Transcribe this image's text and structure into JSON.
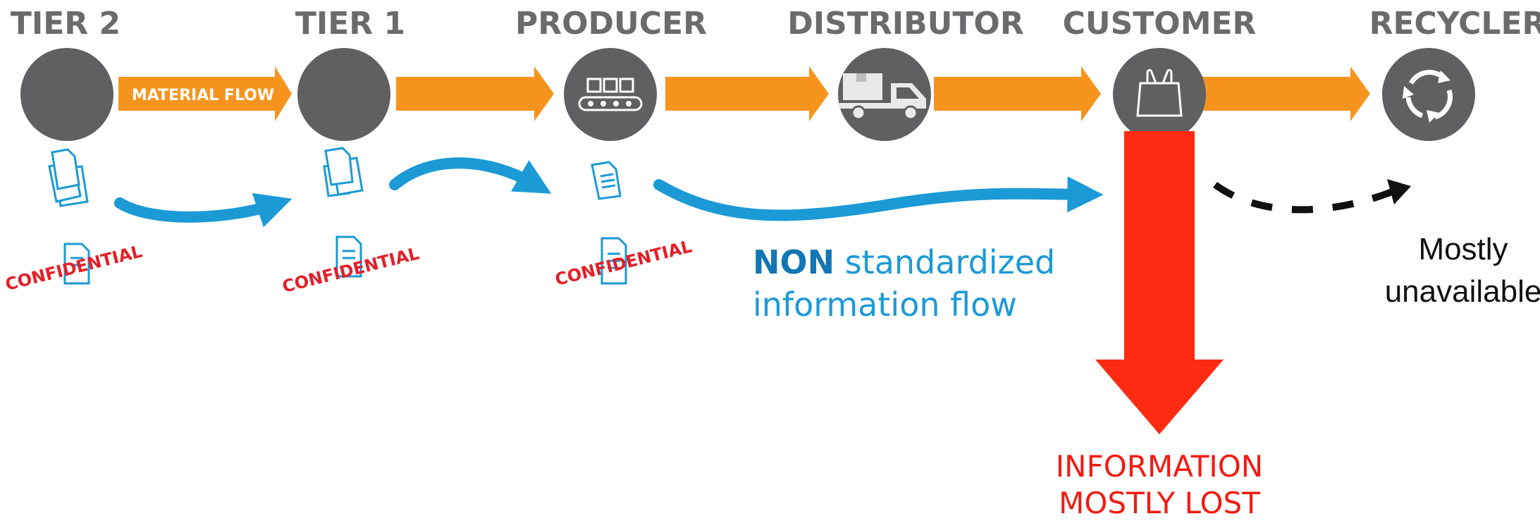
{
  "stages": [
    {
      "label": "TIER 2"
    },
    {
      "label": "TIER 1"
    },
    {
      "label": "PRODUCER"
    },
    {
      "label": "DISTRIBUTOR"
    },
    {
      "label": "CUSTOMER"
    },
    {
      "label": "RECYCLER"
    }
  ],
  "material_flow_label": "MATERIAL FLOW",
  "confidential_label": "CONFIDENTIAL",
  "info_flow": {
    "bold": "NON",
    "rest_line1": " standardized",
    "line2": "information flow"
  },
  "unavailable": {
    "line1": "Mostly",
    "line2": "unavailable"
  },
  "lost": {
    "line1": "INFORMATION",
    "line2": "MOSTLY LOST"
  },
  "colors": {
    "node": "#606062",
    "material_arrow": "#f7941d",
    "info_arrow": "#1b9ad6",
    "lost_arrow": "#ff2a12",
    "label_gray": "#6b6b6d"
  },
  "icons": {
    "producer": "conveyor-belt-icon",
    "distributor": "delivery-truck-icon",
    "customer": "shopping-bag-icon",
    "recycler": "recycle-icon",
    "documents": "document-icon"
  }
}
